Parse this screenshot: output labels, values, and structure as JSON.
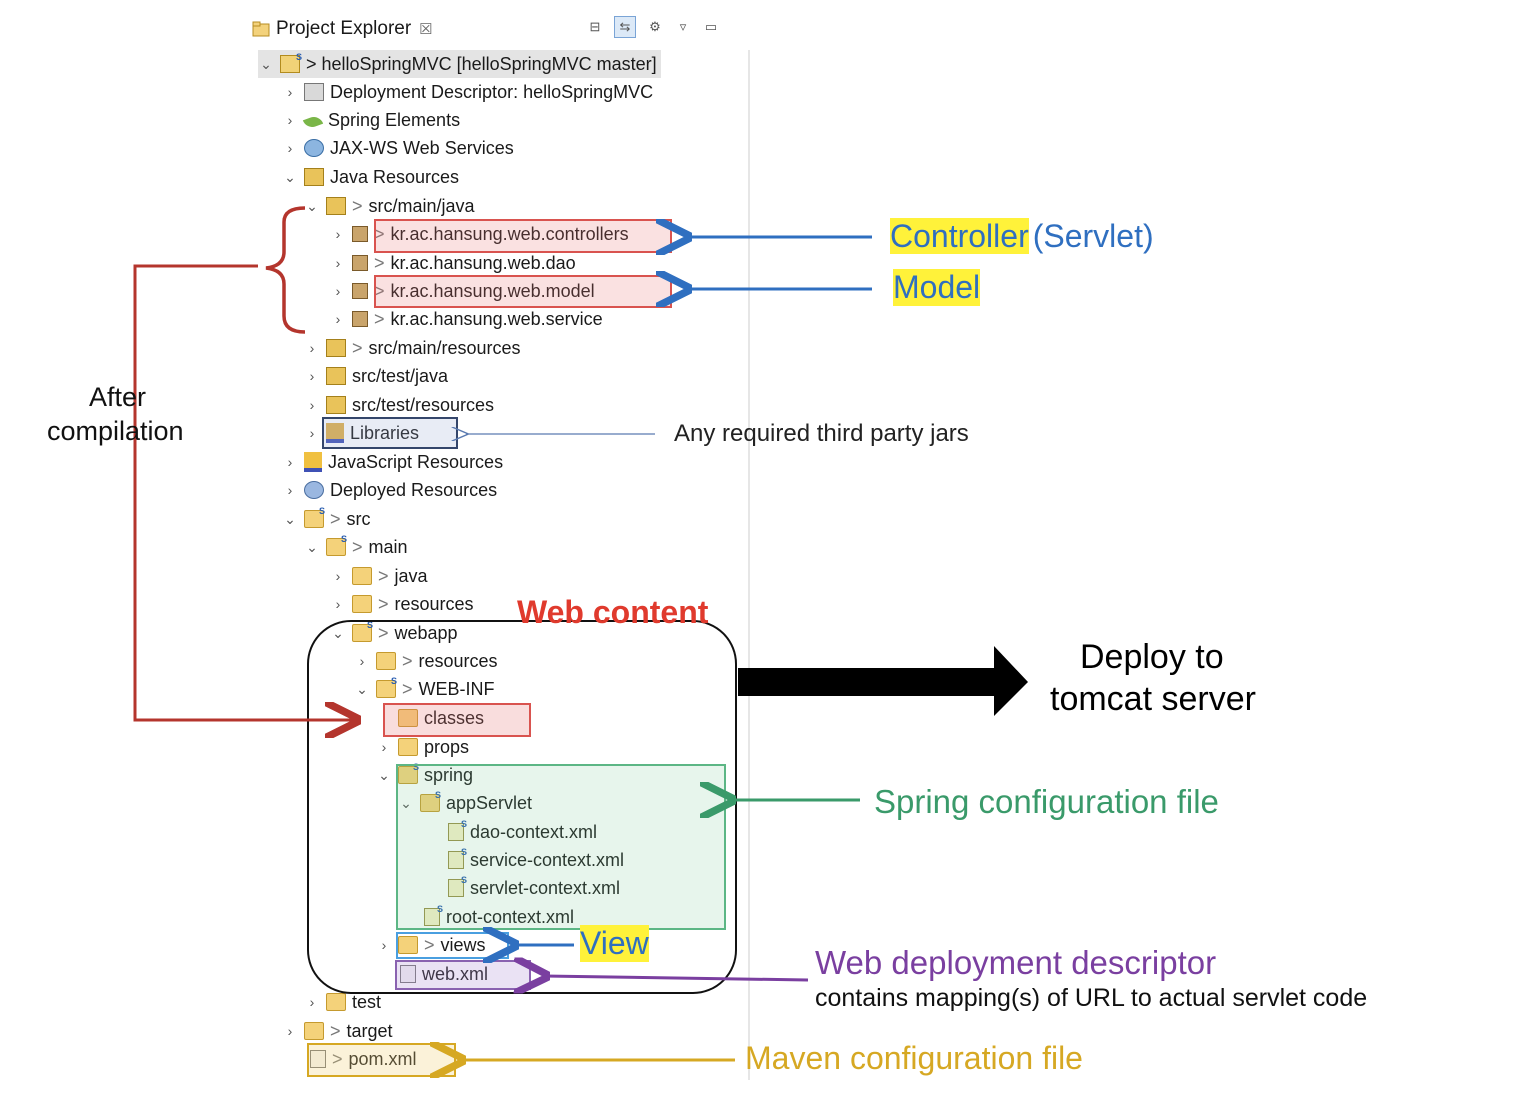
{
  "explorer": {
    "tab_title": "Project Explorer",
    "close_glyph": "☒",
    "tree": {
      "project": "> helloSpringMVC  [helloSpringMVC master]",
      "deployment_descriptor": "Deployment Descriptor: helloSpringMVC",
      "spring_elements": "Spring Elements",
      "jaxws": "JAX-WS Web Services",
      "java_resources": "Java Resources",
      "src_main_java": "src/main/java",
      "pkg_controllers": "kr.ac.hansung.web.controllers",
      "pkg_dao": "kr.ac.hansung.web.dao",
      "pkg_model": "kr.ac.hansung.web.model",
      "pkg_service": "kr.ac.hansung.web.service",
      "src_main_resources": "src/main/resources",
      "src_test_java": "src/test/java",
      "src_test_resources": "src/test/resources",
      "libraries": "Libraries",
      "js_resources": "JavaScript Resources",
      "deployed_resources": "Deployed Resources",
      "src": "src",
      "main": "main",
      "java": "java",
      "resources": "resources",
      "webapp": "webapp",
      "webapp_resources": "resources",
      "web_inf": "WEB-INF",
      "classes": "classes",
      "props": "props",
      "spring": "spring",
      "app_servlet": "appServlet",
      "dao_context": "dao-context.xml",
      "service_context": "service-context.xml",
      "servlet_context": "servlet-context.xml",
      "root_context": "root-context.xml",
      "views": "views",
      "web_xml": "web.xml",
      "test": "test",
      "target": "target",
      "pom": "pom.xml"
    }
  },
  "annotations": {
    "controller": "Controller",
    "servlet": "(Servlet)",
    "model": "Model",
    "third_party": "Any required third party jars",
    "after_line1": "After",
    "after_line2": "compilation",
    "web_content": "Web content",
    "deploy_line1": "Deploy to",
    "deploy_line2": "tomcat server",
    "spring_config": "Spring configuration file",
    "view": "View",
    "web_dd": "Web deployment descriptor",
    "web_dd_sub": "contains mapping(s) of URL to actual servlet code",
    "maven": "Maven configuration file"
  },
  "colors": {
    "red_box": "#d9534f",
    "red_fill": "#f6dcdc",
    "navy_box": "#34466b",
    "green": "#3a9a6a",
    "blue": "#2f6fc0",
    "purple": "#7a3fa0",
    "gold": "#d6a823",
    "highlight": "#fff23a"
  }
}
